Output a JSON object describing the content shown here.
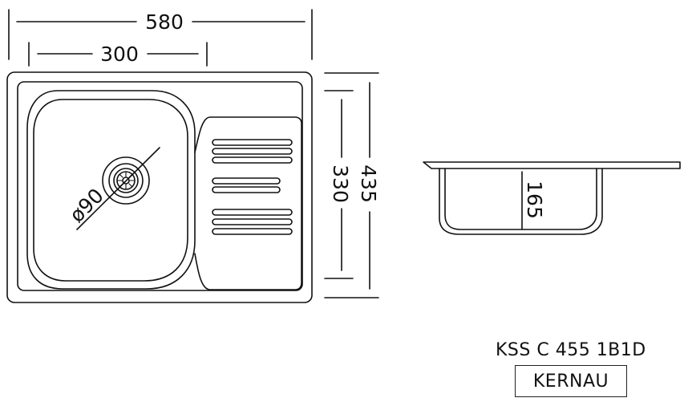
{
  "dimensions": {
    "overall_width": "580",
    "bowl_width": "300",
    "overall_depth": "435",
    "bowl_depth": "330",
    "drain_diameter": "ø90",
    "bowl_height": "165"
  },
  "product": {
    "model": "KSS C 455 1B1D",
    "brand": "KERNAU"
  },
  "colors": {
    "line": "#111111",
    "background": "#ffffff"
  }
}
